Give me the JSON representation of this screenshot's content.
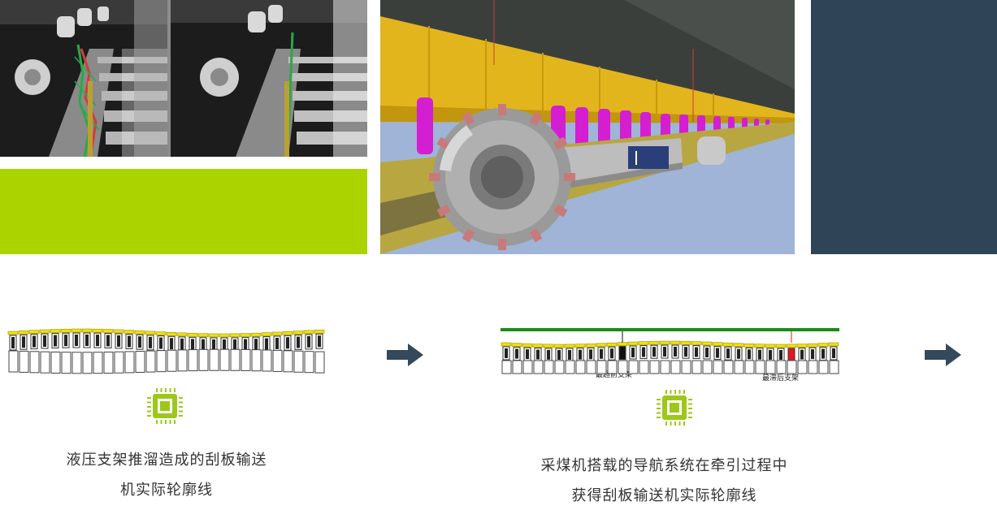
{
  "colors": {
    "lime": "#abd300",
    "slate": "#2f4456",
    "chip_green": "#9dc81b",
    "arrow": "#34495b",
    "support_yellow": "#f0e10a",
    "line_green": "#1b8a1b",
    "marker_red": "#e8141e",
    "marker_black": "#111111"
  },
  "diagram2": {
    "label_left": "最超前支架",
    "label_right": "最滞后支架"
  },
  "steps": [
    {
      "caption_line1": "液压支架推溜造成的刮板输送",
      "caption_line2": "机实际轮廓线",
      "icon": "chip-icon"
    },
    {
      "caption_line1": "采煤机搭载的导航系统在牵引过程中",
      "caption_line2": "获得刮板输送机实际轮廓线",
      "icon": "chip-icon"
    }
  ],
  "arrows": [
    "arrow-right-icon",
    "arrow-right-icon"
  ]
}
